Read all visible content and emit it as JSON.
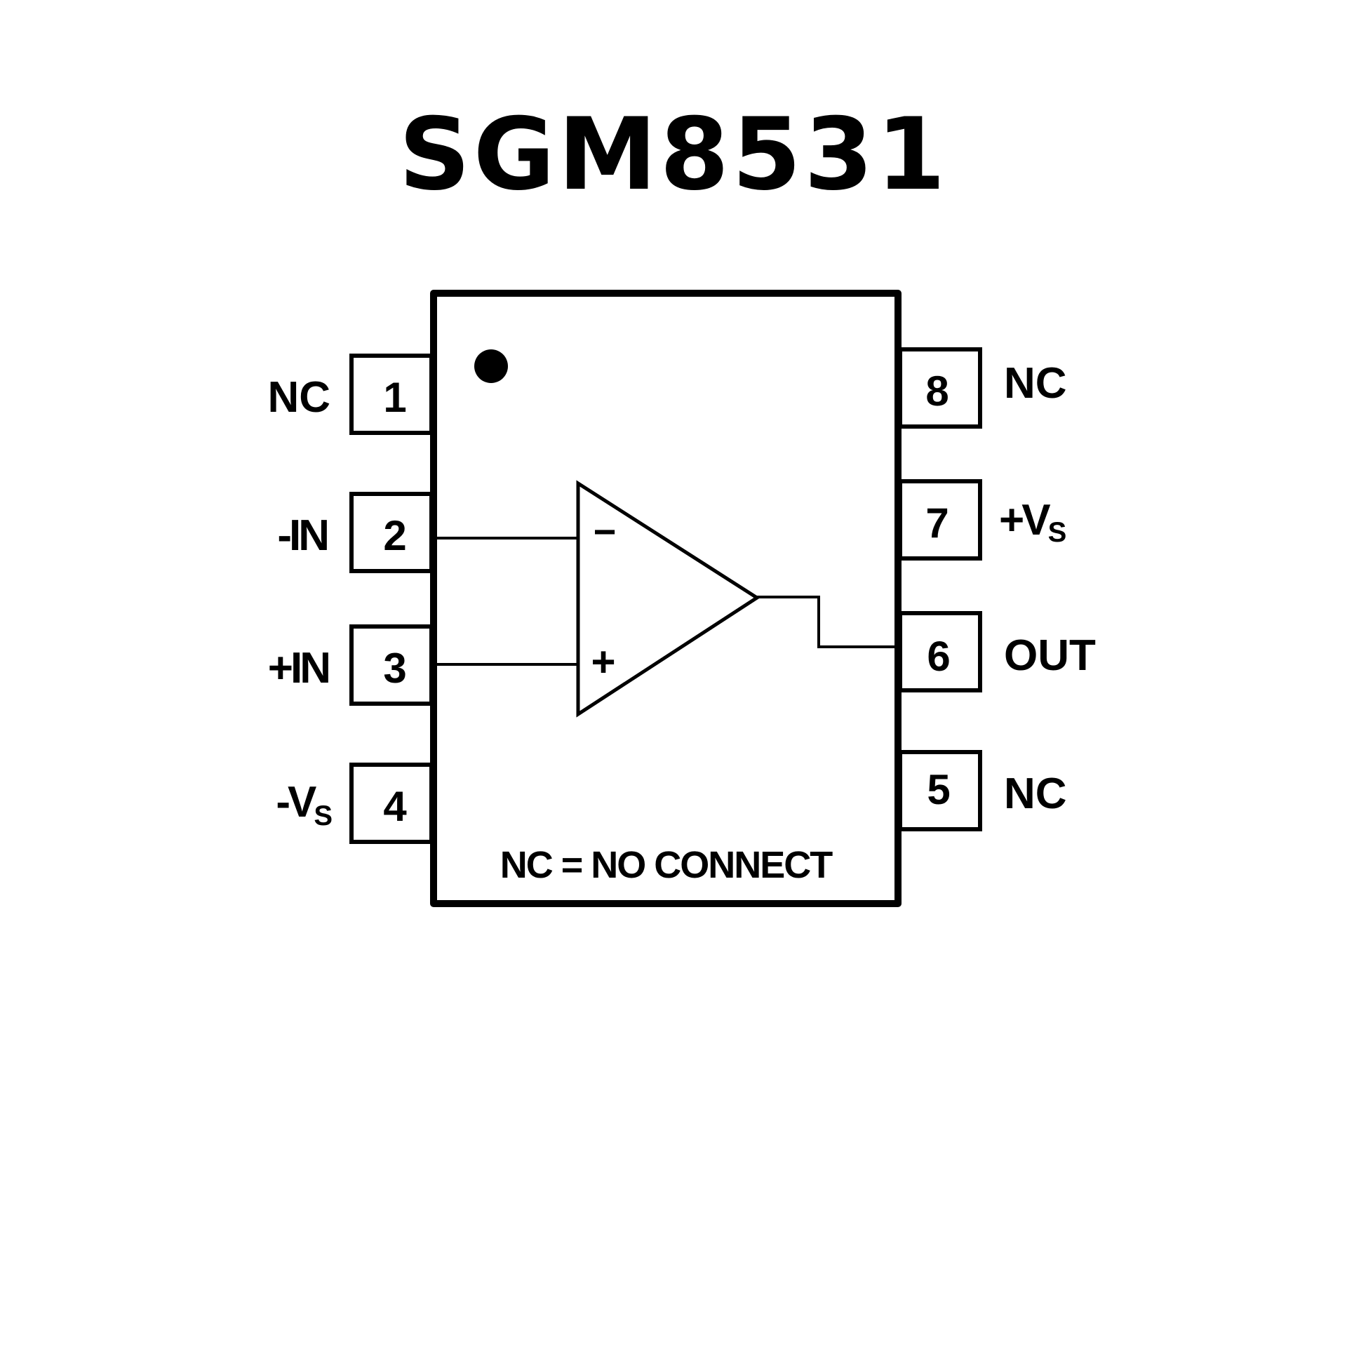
{
  "title": "SGM8531",
  "package": {
    "pin1_marker": "dot",
    "footnote": "NC = NO CONNECT"
  },
  "pins": [
    {
      "number": "1",
      "name": "NC",
      "sub": "",
      "side": "left"
    },
    {
      "number": "2",
      "name": "-IN",
      "sub": "",
      "side": "left"
    },
    {
      "number": "3",
      "name": "+IN",
      "sub": "",
      "side": "left"
    },
    {
      "number": "4",
      "name": "-V",
      "sub": "S",
      "side": "left"
    },
    {
      "number": "8",
      "name": "NC",
      "sub": "",
      "side": "right"
    },
    {
      "number": "7",
      "name": "+V",
      "sub": "S",
      "side": "right"
    },
    {
      "number": "6",
      "name": "OUT",
      "sub": "",
      "side": "right"
    },
    {
      "number": "5",
      "name": "NC",
      "sub": "",
      "side": "right"
    }
  ],
  "opamp": {
    "inverting_symbol": "−",
    "noninverting_symbol": "+"
  }
}
